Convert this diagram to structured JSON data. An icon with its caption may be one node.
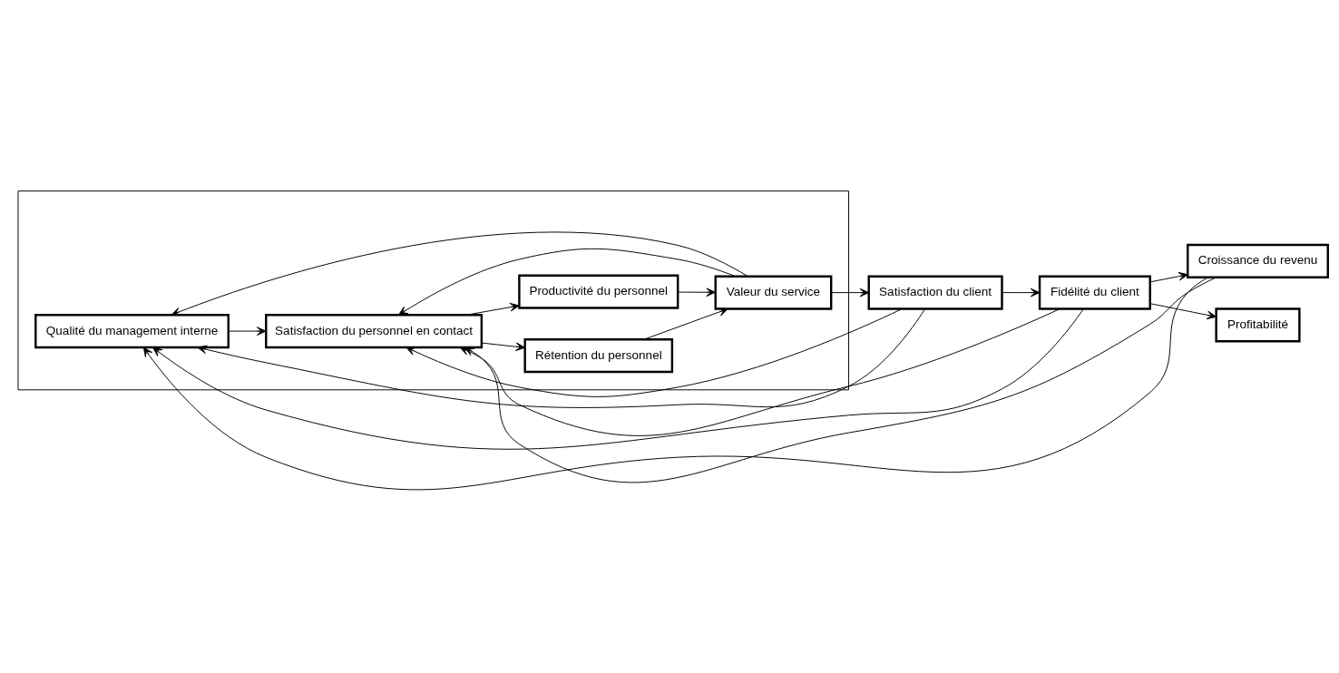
{
  "diagram": {
    "nodes": [
      {
        "text": [],
        "shape": "box"
      },
      {
        "text": [
          "Qualité du management interne"
        ],
        "in": 0
      },
      {
        "text": [
          "Satisfaction du personnel en contact"
        ],
        "in": 0
      },
      {
        "text": [
          "Rétention du personnel"
        ],
        "in": 0
      },
      {
        "text": [
          "Productivité du personnel"
        ],
        "in": 0
      },
      {
        "text": [
          "Valeur du service"
        ],
        "in": 0
      },
      {
        "text": [
          "Satisfaction du client"
        ]
      },
      {
        "text": [
          "Fidélité du client"
        ]
      },
      {
        "text": [
          "Croissance du revenu"
        ]
      },
      {
        "text": [
          "Profitabilité"
        ]
      }
    ],
    "edges": [
      {
        "from": 1,
        "to": 2,
        "arrow": "to"
      },
      {
        "from": 2,
        "to": 3,
        "arrow": "to"
      },
      {
        "from": 2,
        "to": 4,
        "arrow": "to"
      },
      {
        "from": 3,
        "to": 5,
        "arrow": "to"
      },
      {
        "from": 4,
        "to": 5,
        "arrow": "to"
      },
      {
        "from": 5,
        "to": 6,
        "arrow": "to"
      },
      {
        "from": 6,
        "to": 7,
        "arrow": "to"
      },
      {
        "from": 7,
        "to": 8,
        "arrow": "to"
      },
      {
        "from": 7,
        "to": 9,
        "arrow": "to"
      },
      {
        "from": 5,
        "to": 1,
        "arrow": "to"
      },
      {
        "from": 5,
        "to": 2,
        "arrow": "to"
      },
      {
        "from": 6,
        "to": 1,
        "arrow": "to"
      },
      {
        "from": 6,
        "to": 2,
        "arrow": "to"
      },
      {
        "from": 7,
        "to": 1,
        "arrow": "to"
      },
      {
        "from": 7,
        "to": 2,
        "arrow": "to"
      },
      {
        "from": 8,
        "to": 1,
        "arrow": "to"
      },
      {
        "from": 8,
        "to": 2,
        "arrow": "to"
      }
    ]
  }
}
